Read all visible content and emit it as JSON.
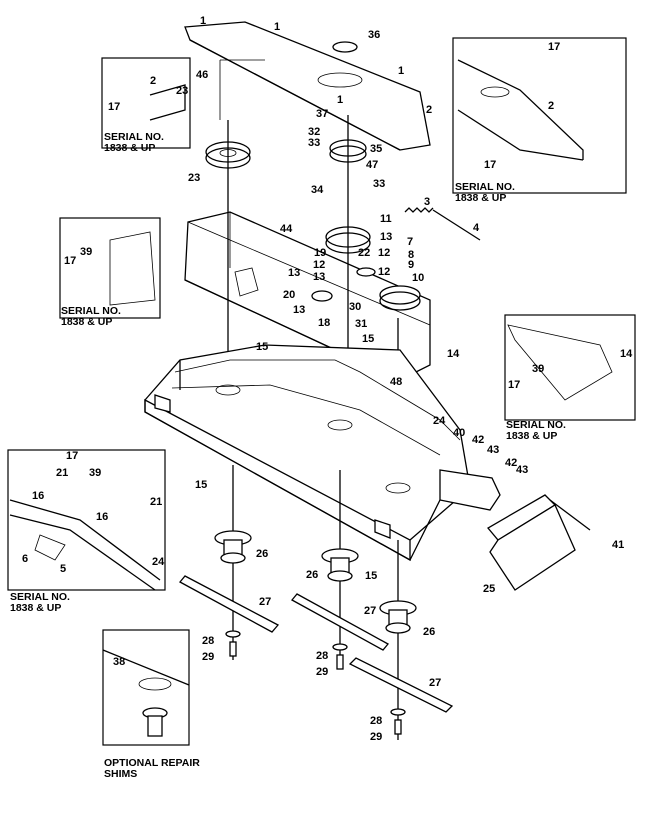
{
  "inset_labels": {
    "top_right": "SERIAL NO.\n1838 & UP",
    "top_left": "SERIAL NO.\n1838 & UP",
    "mid_left": "SERIAL NO.\n1838 & UP",
    "mid_right": "SERIAL NO.\n1838 & UP",
    "lower_left": "SERIAL NO.\n1838 & UP",
    "bottom_left": "OPTIONAL REPAIR\nSHIMS"
  },
  "callouts": [
    {
      "id": "c1a",
      "text": "1"
    },
    {
      "id": "c1b",
      "text": "1"
    },
    {
      "id": "c1c",
      "text": "1"
    },
    {
      "id": "c1d",
      "text": "1"
    },
    {
      "id": "c36",
      "text": "36"
    },
    {
      "id": "c2a",
      "text": "2"
    },
    {
      "id": "c46",
      "text": "46"
    },
    {
      "id": "c37",
      "text": "37"
    },
    {
      "id": "c32",
      "text": "32"
    },
    {
      "id": "c33a",
      "text": "33"
    },
    {
      "id": "c35",
      "text": "35"
    },
    {
      "id": "c47",
      "text": "47"
    },
    {
      "id": "c34",
      "text": "34"
    },
    {
      "id": "c33b",
      "text": "33"
    },
    {
      "id": "c23",
      "text": "23"
    },
    {
      "id": "c3",
      "text": "3"
    },
    {
      "id": "c4",
      "text": "4"
    },
    {
      "id": "c11",
      "text": "11"
    },
    {
      "id": "c13a",
      "text": "13"
    },
    {
      "id": "c44",
      "text": "44"
    },
    {
      "id": "c19",
      "text": "19"
    },
    {
      "id": "c22",
      "text": "22"
    },
    {
      "id": "c12a",
      "text": "12"
    },
    {
      "id": "c7",
      "text": "7"
    },
    {
      "id": "c12b",
      "text": "12"
    },
    {
      "id": "c8",
      "text": "8"
    },
    {
      "id": "c9",
      "text": "9"
    },
    {
      "id": "c10",
      "text": "10"
    },
    {
      "id": "c13b",
      "text": "13"
    },
    {
      "id": "c20",
      "text": "20"
    },
    {
      "id": "c18",
      "text": "18"
    },
    {
      "id": "c30",
      "text": "30"
    },
    {
      "id": "c31",
      "text": "31"
    },
    {
      "id": "c15a",
      "text": "15"
    },
    {
      "id": "c15b",
      "text": "15"
    },
    {
      "id": "c14",
      "text": "14"
    },
    {
      "id": "c48",
      "text": "48"
    },
    {
      "id": "c24a",
      "text": "24"
    },
    {
      "id": "c40",
      "text": "40"
    },
    {
      "id": "c42a",
      "text": "42"
    },
    {
      "id": "c43a",
      "text": "43"
    },
    {
      "id": "c42b",
      "text": "42"
    },
    {
      "id": "c43b",
      "text": "43"
    },
    {
      "id": "c15c",
      "text": "15"
    },
    {
      "id": "c26a",
      "text": "26"
    },
    {
      "id": "c26b",
      "text": "26"
    },
    {
      "id": "c15d",
      "text": "15"
    },
    {
      "id": "c26c",
      "text": "26"
    },
    {
      "id": "c27a",
      "text": "27"
    },
    {
      "id": "c27b",
      "text": "27"
    },
    {
      "id": "c27c",
      "text": "27"
    },
    {
      "id": "c28a",
      "text": "28"
    },
    {
      "id": "c29a",
      "text": "29"
    },
    {
      "id": "c28b",
      "text": "28"
    },
    {
      "id": "c29b",
      "text": "29"
    },
    {
      "id": "c28c",
      "text": "28"
    },
    {
      "id": "c29c",
      "text": "29"
    },
    {
      "id": "c25",
      "text": "25"
    },
    {
      "id": "c41",
      "text": "41"
    },
    {
      "id": "c13c",
      "text": "13"
    },
    {
      "id": "c12c",
      "text": "12"
    },
    {
      "id": "c13d",
      "text": "13"
    },
    {
      "id": "i_tr_17a",
      "text": "17"
    },
    {
      "id": "i_tr_2",
      "text": "2"
    },
    {
      "id": "i_tr_17b",
      "text": "17"
    },
    {
      "id": "i_tl_2",
      "text": "2"
    },
    {
      "id": "i_tl_23",
      "text": "23"
    },
    {
      "id": "i_tl_17",
      "text": "17"
    },
    {
      "id": "i_ml_39",
      "text": "39"
    },
    {
      "id": "i_ml_17",
      "text": "17"
    },
    {
      "id": "i_mr_14",
      "text": "14"
    },
    {
      "id": "i_mr_39",
      "text": "39"
    },
    {
      "id": "i_mr_17",
      "text": "17"
    },
    {
      "id": "i_ll_17",
      "text": "17"
    },
    {
      "id": "i_ll_21a",
      "text": "21"
    },
    {
      "id": "i_ll_39",
      "text": "39"
    },
    {
      "id": "i_ll_16a",
      "text": "16"
    },
    {
      "id": "i_ll_16b",
      "text": "16"
    },
    {
      "id": "i_ll_21b",
      "text": "21"
    },
    {
      "id": "i_ll_6",
      "text": "6"
    },
    {
      "id": "i_ll_5",
      "text": "5"
    },
    {
      "id": "i_ll_24",
      "text": "24"
    },
    {
      "id": "i_bl_38",
      "text": "38"
    }
  ]
}
